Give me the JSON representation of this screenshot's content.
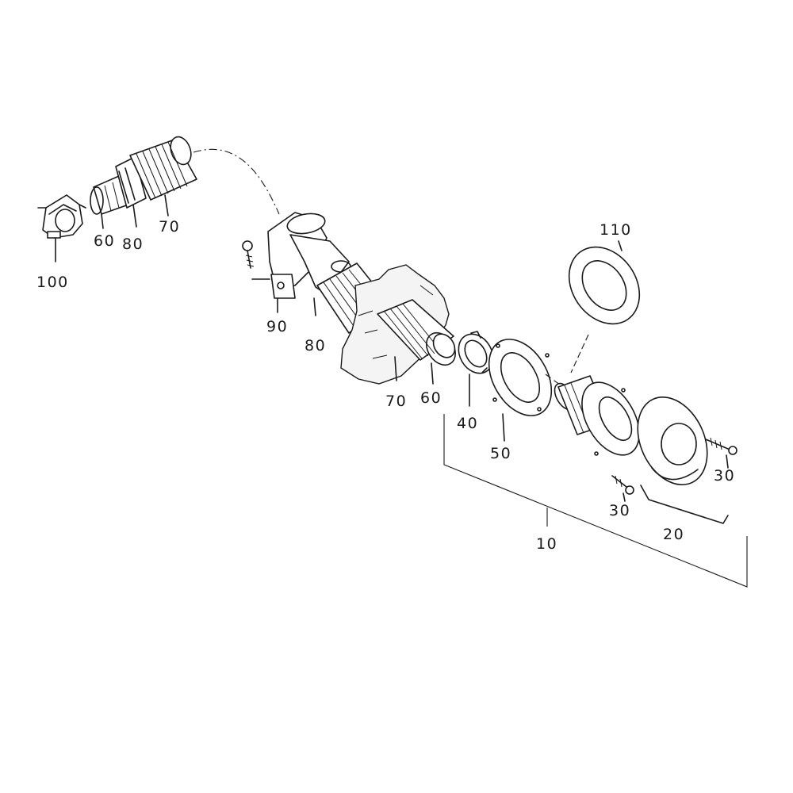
{
  "labels": {
    "p100": "100",
    "p60a": "60",
    "p80a": "80",
    "p70a": "70",
    "p90": "90",
    "p80b": "80",
    "p70b": "70",
    "p60b": "60",
    "p40": "40",
    "p50": "50",
    "p110": "110",
    "p30a": "30",
    "p30b": "30",
    "p20": "20",
    "p10": "10"
  }
}
